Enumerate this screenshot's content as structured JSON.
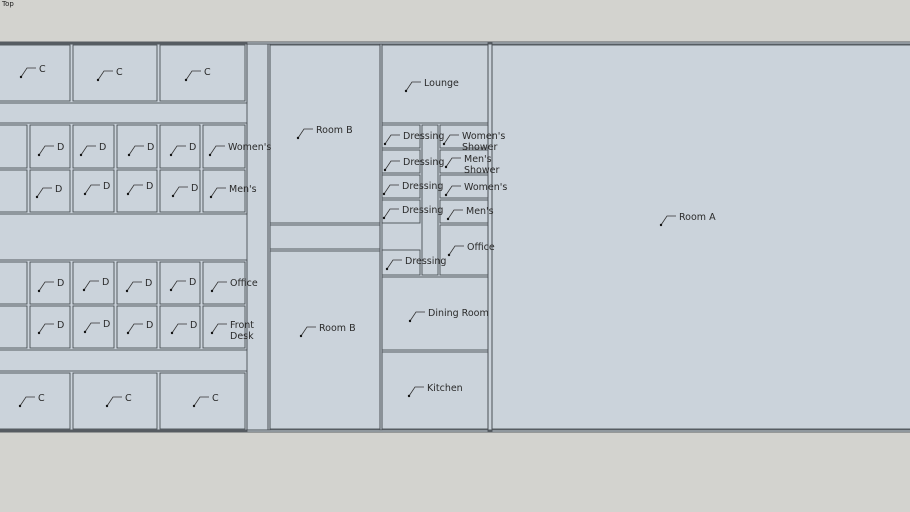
{
  "viewport": {
    "view_name": "Top"
  },
  "colors": {
    "background": "#d3d3cf",
    "room_fill": "#cbd3db",
    "wall_line": "#4a4f55"
  },
  "labels": [
    "C",
    "C",
    "C",
    "D",
    "D",
    "D",
    "D",
    "Women's",
    "D",
    "D",
    "D",
    "D",
    "Men's",
    "Room B",
    "Lounge",
    "Dressing",
    "Dressing",
    "Dressing",
    "Dressing",
    "Women's\nShower",
    "Men's\nShower",
    "Women's",
    "Men's",
    "Office",
    "Room A",
    "D",
    "D",
    "D",
    "D",
    "Office",
    "D",
    "D",
    "D",
    "D",
    "Front\nDesk",
    "Dressing",
    "Room B",
    "Dining Room",
    "Kitchen",
    "C",
    "C",
    "C"
  ]
}
